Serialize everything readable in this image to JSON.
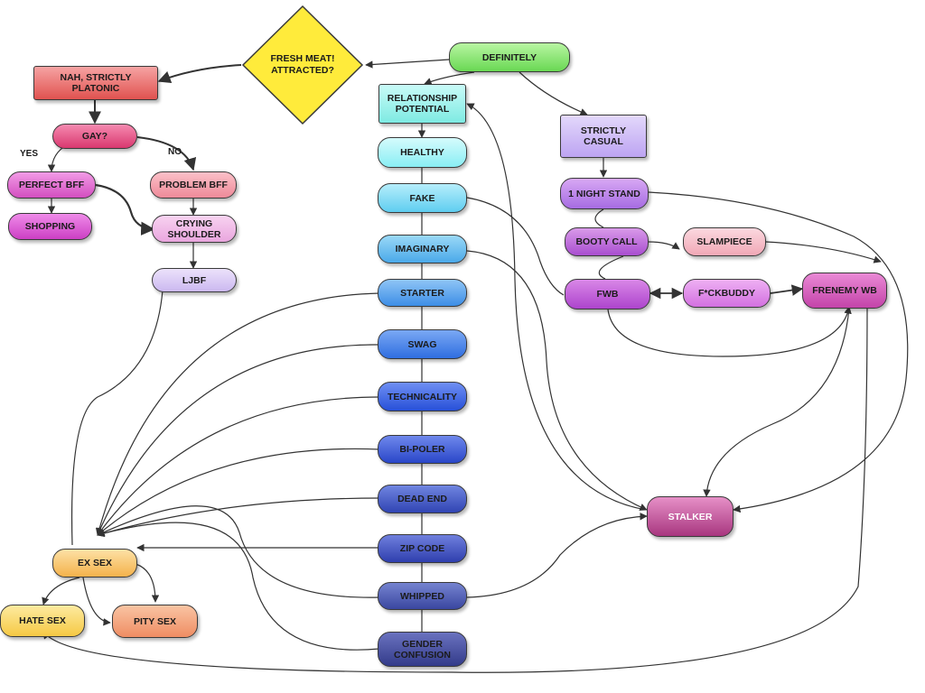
{
  "diagram": {
    "nodes": {
      "fresh_meat": "FRESH MEAT!\nATTRACTED?",
      "definitely": "DEFINITELY",
      "nah_platonic": "NAH, STRICTLY\nPLATONIC",
      "gay": "GAY?",
      "perfect_bff": "PERFECT BFF",
      "problem_bff": "PROBLEM BFF",
      "shopping": "SHOPPING",
      "crying_shoulder": "CRYING\nSHOULDER",
      "ljbf": "LJBF",
      "relationship_potential": "RELATIONSHIP\nPOTENTIAL",
      "healthy": "HEALTHY",
      "fake": "FAKE",
      "imaginary": "IMAGINARY",
      "starter": "STARTER",
      "swag": "SWAG",
      "technicality": "TECHNICALITY",
      "bi_poler": "BI-POLER",
      "dead_end": "DEAD END",
      "zip_code": "ZIP CODE",
      "whipped": "WHIPPED",
      "gender_confusion": "GENDER\nCONFUSION",
      "strictly_casual": "STRICTLY\nCASUAL",
      "one_night_stand": "1 NIGHT STAND",
      "booty_call": "BOOTY CALL",
      "slampiece": "SLAMPIECE",
      "fwb": "FWB",
      "fckbuddy": "F*CKBUDDY",
      "frenemy_wb": "FRENEMY WB",
      "stalker": "STALKER",
      "ex_sex": "EX SEX",
      "hate_sex": "HATE SEX",
      "pity_sex": "PITY SEX"
    },
    "edge_labels": {
      "yes": "YES",
      "no": "NO"
    },
    "colors": {
      "edge": "#333333",
      "diamond_fill": "#ffeb3b"
    }
  }
}
